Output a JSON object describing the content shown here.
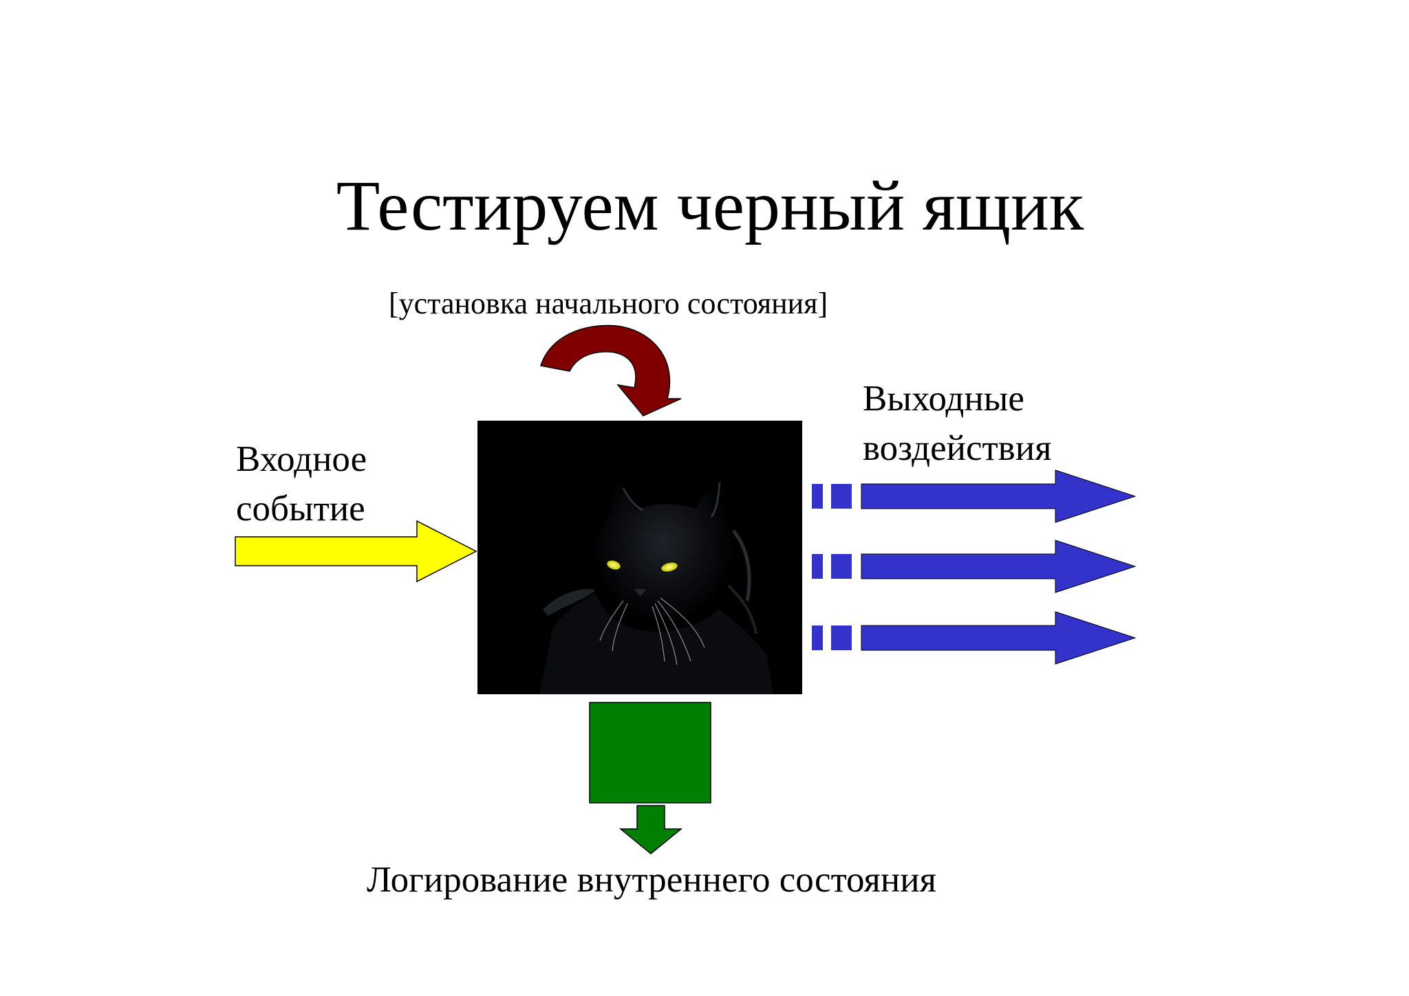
{
  "title": "Тестируем черный ящик",
  "init_label": "[установка начального состояния]",
  "input_label_line1": "Входное",
  "input_label_line2": "событие",
  "output_label_line1": "Выходные",
  "output_label_line2": "воздействия",
  "log_label": "Логирование внутреннего состояния",
  "colors": {
    "input_arrow": "#ffff00",
    "init_arrow": "#800000",
    "output_arrows": "#3333cc",
    "log_arrow": "#008000",
    "black_box": "#000000",
    "cat_eyes": "#ffff33"
  },
  "icons": {
    "black_box_image": "black-cat-image"
  },
  "output_arrow_count": 3
}
